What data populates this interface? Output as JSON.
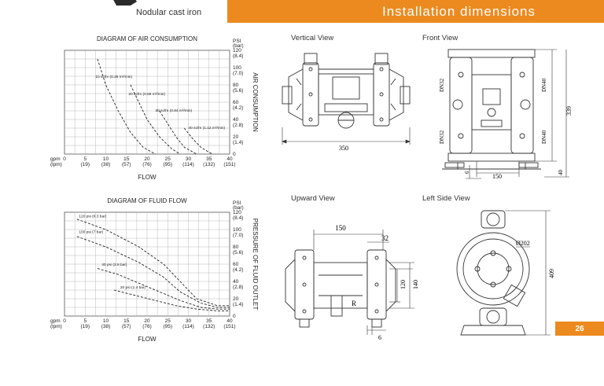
{
  "header": {
    "title": "Installation dimensions",
    "caption": "Nodular cast iron"
  },
  "page_number": "26",
  "views": {
    "vertical": "Vertical View",
    "front": "Front View",
    "upward": "Upward View",
    "left_side": "Left Side View"
  },
  "dimensions": {
    "vertical_width": "350",
    "front_dn_top_left": "DN32",
    "front_dn_top_right": "DN40",
    "front_dn_bottom_left": "DN32",
    "front_dn_bottom_right": "DN40",
    "front_height": "339",
    "front_width": "150",
    "front_offset": "6",
    "front_base": "40",
    "upward_width": "150",
    "upward_top": "32",
    "upward_h1": "120",
    "upward_h2": "140",
    "upward_bottom": "6",
    "upward_marker": "R",
    "side_diameter": "Ø202",
    "side_height": "409"
  },
  "chart_data": [
    {
      "type": "line",
      "title": "DIAGRAM OF AIR CONSUMPTION",
      "xlabel": "FLOW",
      "ylabel": "AIR CONSUMPTION",
      "x_unit_primary": "gpm",
      "x_unit_secondary": "(lpm)",
      "y_unit_primary": "PSI",
      "y_unit_secondary": "(bar)",
      "x_ticks": [
        "0",
        "5",
        "10",
        "15",
        "20",
        "25",
        "30",
        "35",
        "40"
      ],
      "x_ticks_secondary": [
        "",
        "(19)",
        "(38)",
        "(57)",
        "(76)",
        "(95)",
        "(114)",
        "(132)",
        "(151)"
      ],
      "y_ticks": [
        "0",
        "20",
        "40",
        "60",
        "80",
        "100",
        "120"
      ],
      "y_ticks_secondary": [
        "",
        "(1.4)",
        "(2.8)",
        "(4.2)",
        "(5.6)",
        "(7.0)",
        "(8.4)"
      ],
      "xlim": [
        0,
        40
      ],
      "ylim": [
        0,
        120
      ],
      "series": [
        {
          "name": "10 scfm (0.28 m³/min)",
          "x": [
            8,
            10,
            13,
            16,
            19,
            22
          ],
          "y": [
            110,
            80,
            50,
            25,
            8,
            0
          ],
          "label_x": 7.5,
          "label_y": 88
        },
        {
          "name": "20 scfm (0.56 m³/min)",
          "x": [
            16,
            18,
            20,
            23,
            26,
            28
          ],
          "y": [
            80,
            60,
            40,
            20,
            6,
            0
          ],
          "label_x": 15.5,
          "label_y": 68
        },
        {
          "name": "30 scfm (0.84 m³/min)",
          "x": [
            23,
            25,
            27,
            29,
            32
          ],
          "y": [
            50,
            35,
            20,
            8,
            0
          ],
          "label_x": 22,
          "label_y": 49
        },
        {
          "name": "40 scfm (1.12 m³/min)",
          "x": [
            29,
            31,
            33,
            35,
            36
          ],
          "y": [
            30,
            18,
            8,
            2,
            0
          ],
          "label_x": 30,
          "label_y": 29
        }
      ]
    },
    {
      "type": "line",
      "title": "DIAGRAM OF FLUID FLOW",
      "xlabel": "FLOW",
      "ylabel": "PRESSURE OF FLUID OUTLET",
      "x_unit_primary": "gpm",
      "x_unit_secondary": "(lpm)",
      "y_unit_primary": "PSI",
      "y_unit_secondary": "(bar)",
      "x_ticks": [
        "0",
        "5",
        "10",
        "15",
        "20",
        "25",
        "30",
        "35",
        "40"
      ],
      "x_ticks_secondary": [
        "",
        "(19)",
        "(38)",
        "(57)",
        "(76)",
        "(95)",
        "(114)",
        "(132)",
        "(151)"
      ],
      "y_ticks": [
        "0",
        "20",
        "40",
        "60",
        "80",
        "100",
        "120"
      ],
      "y_ticks_secondary": [
        "",
        "(1.4)",
        "(2.8)",
        "(4.2)",
        "(5.6)",
        "(7.0)",
        "(8.4)"
      ],
      "xlim": [
        0,
        40
      ],
      "ylim": [
        0,
        120
      ],
      "series": [
        {
          "name": "120 psi (8.3 bar)",
          "x": [
            3,
            10,
            18,
            24,
            28,
            32,
            37,
            40
          ],
          "y": [
            112,
            100,
            80,
            60,
            40,
            20,
            12,
            12
          ],
          "label_x": 3.5,
          "label_y": 114
        },
        {
          "name": "100 psi (7 bar)",
          "x": [
            3,
            10,
            18,
            24,
            28,
            33,
            37,
            40
          ],
          "y": [
            92,
            80,
            62,
            45,
            28,
            15,
            10,
            10
          ],
          "label_x": 3.5,
          "label_y": 96
        },
        {
          "name": "40 psi (2.8 bar)",
          "x": [
            8,
            13,
            18,
            23,
            28,
            33,
            37,
            40
          ],
          "y": [
            55,
            48,
            38,
            28,
            18,
            10,
            8,
            8
          ],
          "label_x": 9,
          "label_y": 58
        },
        {
          "name": "20 psi (1.4 bar)",
          "x": [
            12,
            17,
            22,
            27,
            32,
            37,
            40
          ],
          "y": [
            30,
            24,
            18,
            12,
            8,
            6,
            6
          ],
          "label_x": 13.5,
          "label_y": 32
        }
      ]
    }
  ]
}
